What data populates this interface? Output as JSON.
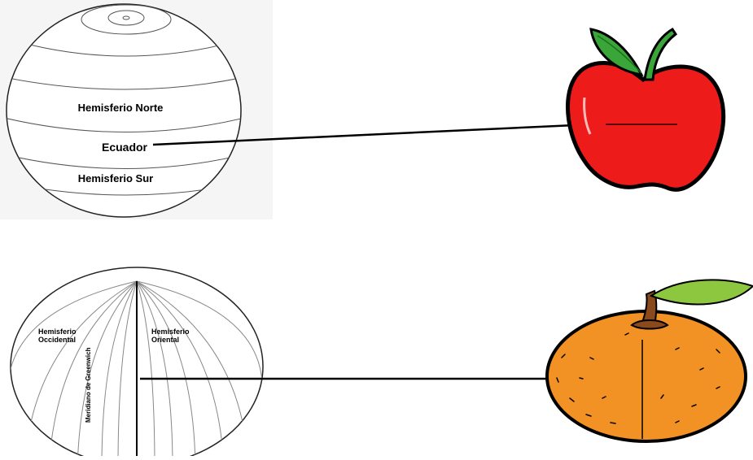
{
  "diagram": {
    "top": {
      "globe_labels": {
        "north": "Hemisferio Norte",
        "equator": "Ecuador",
        "south": "Hemisferio Sur"
      },
      "fruit": "apple-icon"
    },
    "bottom": {
      "globe_labels": {
        "west": "Hemisferio\nOccidental",
        "east": "Hemisferio\nOriental",
        "meridian": "Meridiano de Greenwich"
      },
      "fruit": "orange-icon"
    },
    "colors": {
      "apple_red": "#ee1b1b",
      "apple_leaf": "#3aa63a",
      "orange_fill": "#f39224",
      "orange_stem": "#8a4a1c",
      "orange_leaf": "#8dc63f",
      "ink": "#000000"
    }
  }
}
